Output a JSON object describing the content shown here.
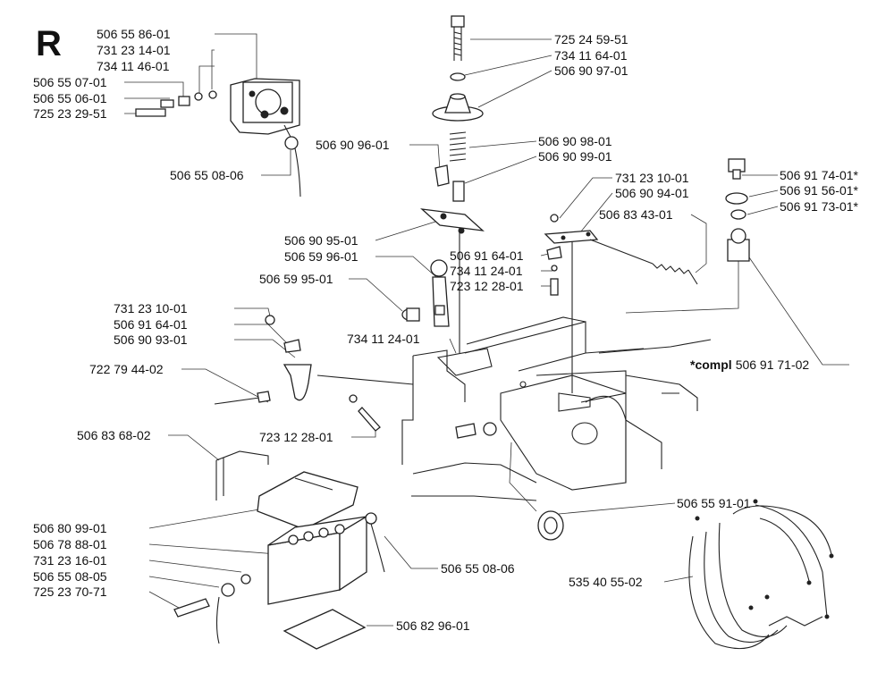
{
  "section_letter": "R",
  "labels": [
    {
      "id": "506-55-86-01-a",
      "text": "506 55 86-01"
    },
    {
      "id": "731-23-14-01",
      "text": "731 23 14-01"
    },
    {
      "id": "734-11-46-01",
      "text": "734 11 46-01"
    },
    {
      "id": "506-55-07-01",
      "text": "506 55 07-01"
    },
    {
      "id": "506-55-06-01",
      "text": "506 55 06-01"
    },
    {
      "id": "725-23-29-51",
      "text": "725 23 29-51"
    },
    {
      "id": "506-55-08-06-a",
      "text": "506 55 08-06"
    },
    {
      "id": "725-24-59-51",
      "text": "725 24 59-51"
    },
    {
      "id": "734-11-64-01",
      "text": "734 11 64-01"
    },
    {
      "id": "506-90-97-01",
      "text": "506 90 97-01"
    },
    {
      "id": "506-90-96-01",
      "text": "506 90 96-01"
    },
    {
      "id": "506-90-98-01",
      "text": "506 90 98-01"
    },
    {
      "id": "506-90-99-01",
      "text": "506 90 99-01"
    },
    {
      "id": "731-23-10-01-a",
      "text": "731 23 10-01"
    },
    {
      "id": "506-90-94-01",
      "text": "506 90 94-01"
    },
    {
      "id": "506-83-43-01",
      "text": "506 83 43-01"
    },
    {
      "id": "506-91-74-01",
      "text": "506 91 74-01*"
    },
    {
      "id": "506-91-56-01",
      "text": "506 91 56-01*"
    },
    {
      "id": "506-91-73-01",
      "text": "506 91 73-01*"
    },
    {
      "id": "506-90-95-01",
      "text": "506 90 95-01"
    },
    {
      "id": "506-59-96-01",
      "text": "506 59 96-01"
    },
    {
      "id": "506-91-64-01-a",
      "text": "506 91 64-01"
    },
    {
      "id": "734-11-24-01-a",
      "text": "734 11 24-01"
    },
    {
      "id": "723-12-28-01-a",
      "text": "723 12 28-01"
    },
    {
      "id": "506-59-95-01",
      "text": "506 59 95-01"
    },
    {
      "id": "731-23-10-01-b",
      "text": "731 23 10-01"
    },
    {
      "id": "506-91-64-01-b",
      "text": "506 91 64-01"
    },
    {
      "id": "506-90-93-01",
      "text": "506 90 93-01"
    },
    {
      "id": "734-11-24-01-b",
      "text": "734 11 24-01"
    },
    {
      "id": "722-79-44-02",
      "text": "722 79 44-02"
    },
    {
      "id": "723-12-28-01-b",
      "text": "723 12 28-01"
    },
    {
      "id": "506-83-68-02",
      "text": "506 83 68-02"
    },
    {
      "id": "506-55-91-01",
      "text": "506 55 91-01"
    },
    {
      "id": "506-80-99-01",
      "text": "506 80 99-01"
    },
    {
      "id": "506-78-88-01",
      "text": "506 78 88-01"
    },
    {
      "id": "731-23-16-01",
      "text": "731 23 16-01"
    },
    {
      "id": "506-55-08-05",
      "text": "506 55 08-05"
    },
    {
      "id": "725-23-70-71",
      "text": "725 23 70-71"
    },
    {
      "id": "506-55-08-06-b",
      "text": "506 55 08-06"
    },
    {
      "id": "506-82-96-01",
      "text": "506 82 96-01"
    },
    {
      "id": "535-40-55-02",
      "text": "535 40 55-02"
    }
  ],
  "compl_label": {
    "prefix": "*compl",
    "number": "506 91 71-02"
  }
}
